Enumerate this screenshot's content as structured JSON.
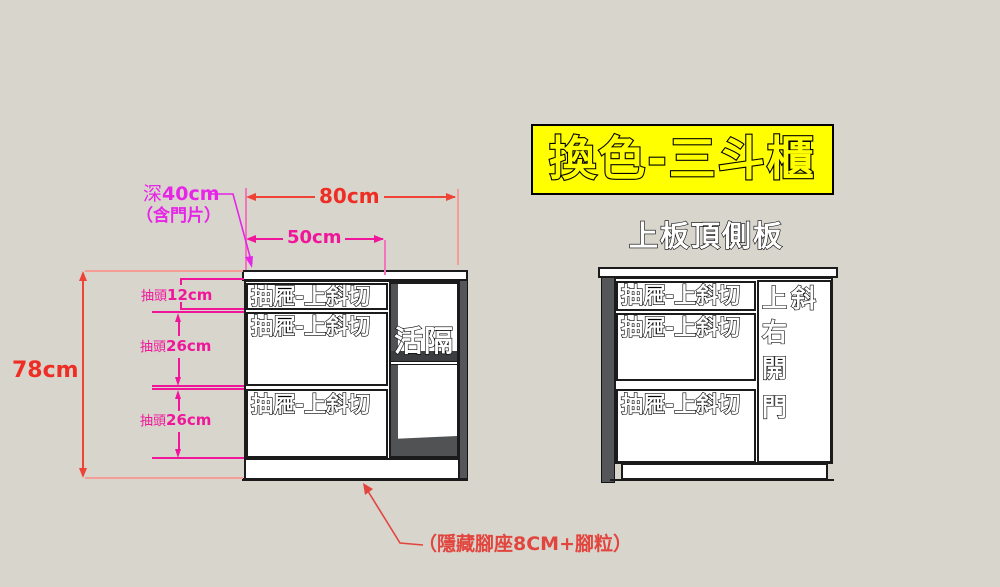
{
  "banner": {
    "title": "換色-三斗櫃"
  },
  "left_view": {
    "drawers": [
      "抽屜-上斜切",
      "抽屜-上斜切",
      "抽屜-上斜切"
    ],
    "shelf_label": "活隔"
  },
  "right_view": {
    "title": "上板頂側板",
    "drawers": [
      "抽屜-上斜切",
      "抽屜-上斜切",
      "抽屜-上斜切"
    ],
    "door_lines": [
      "上斜",
      "右",
      "開",
      "門"
    ]
  },
  "dims": {
    "depth": {
      "prefix": "深",
      "value": "40cm",
      "note": "（含門片）"
    },
    "width_total": "80cm",
    "width_drawers": "50cm",
    "height_total": "78cm",
    "drawers": [
      {
        "prefix": "抽頭",
        "value": "12cm"
      },
      {
        "prefix": "抽頭",
        "value": "26cm"
      },
      {
        "prefix": "抽頭",
        "value": "26cm"
      }
    ]
  },
  "footnote": {
    "text": "（隱藏腳座8CM+腳粒）"
  },
  "colors": {
    "banner_bg": "#ffff00",
    "dim_red": "#ee2e24",
    "dim_pink": "#ef169a",
    "dim_magenta": "#e625e6",
    "note_red": "#e2453e",
    "background": "#d8d5cd"
  }
}
